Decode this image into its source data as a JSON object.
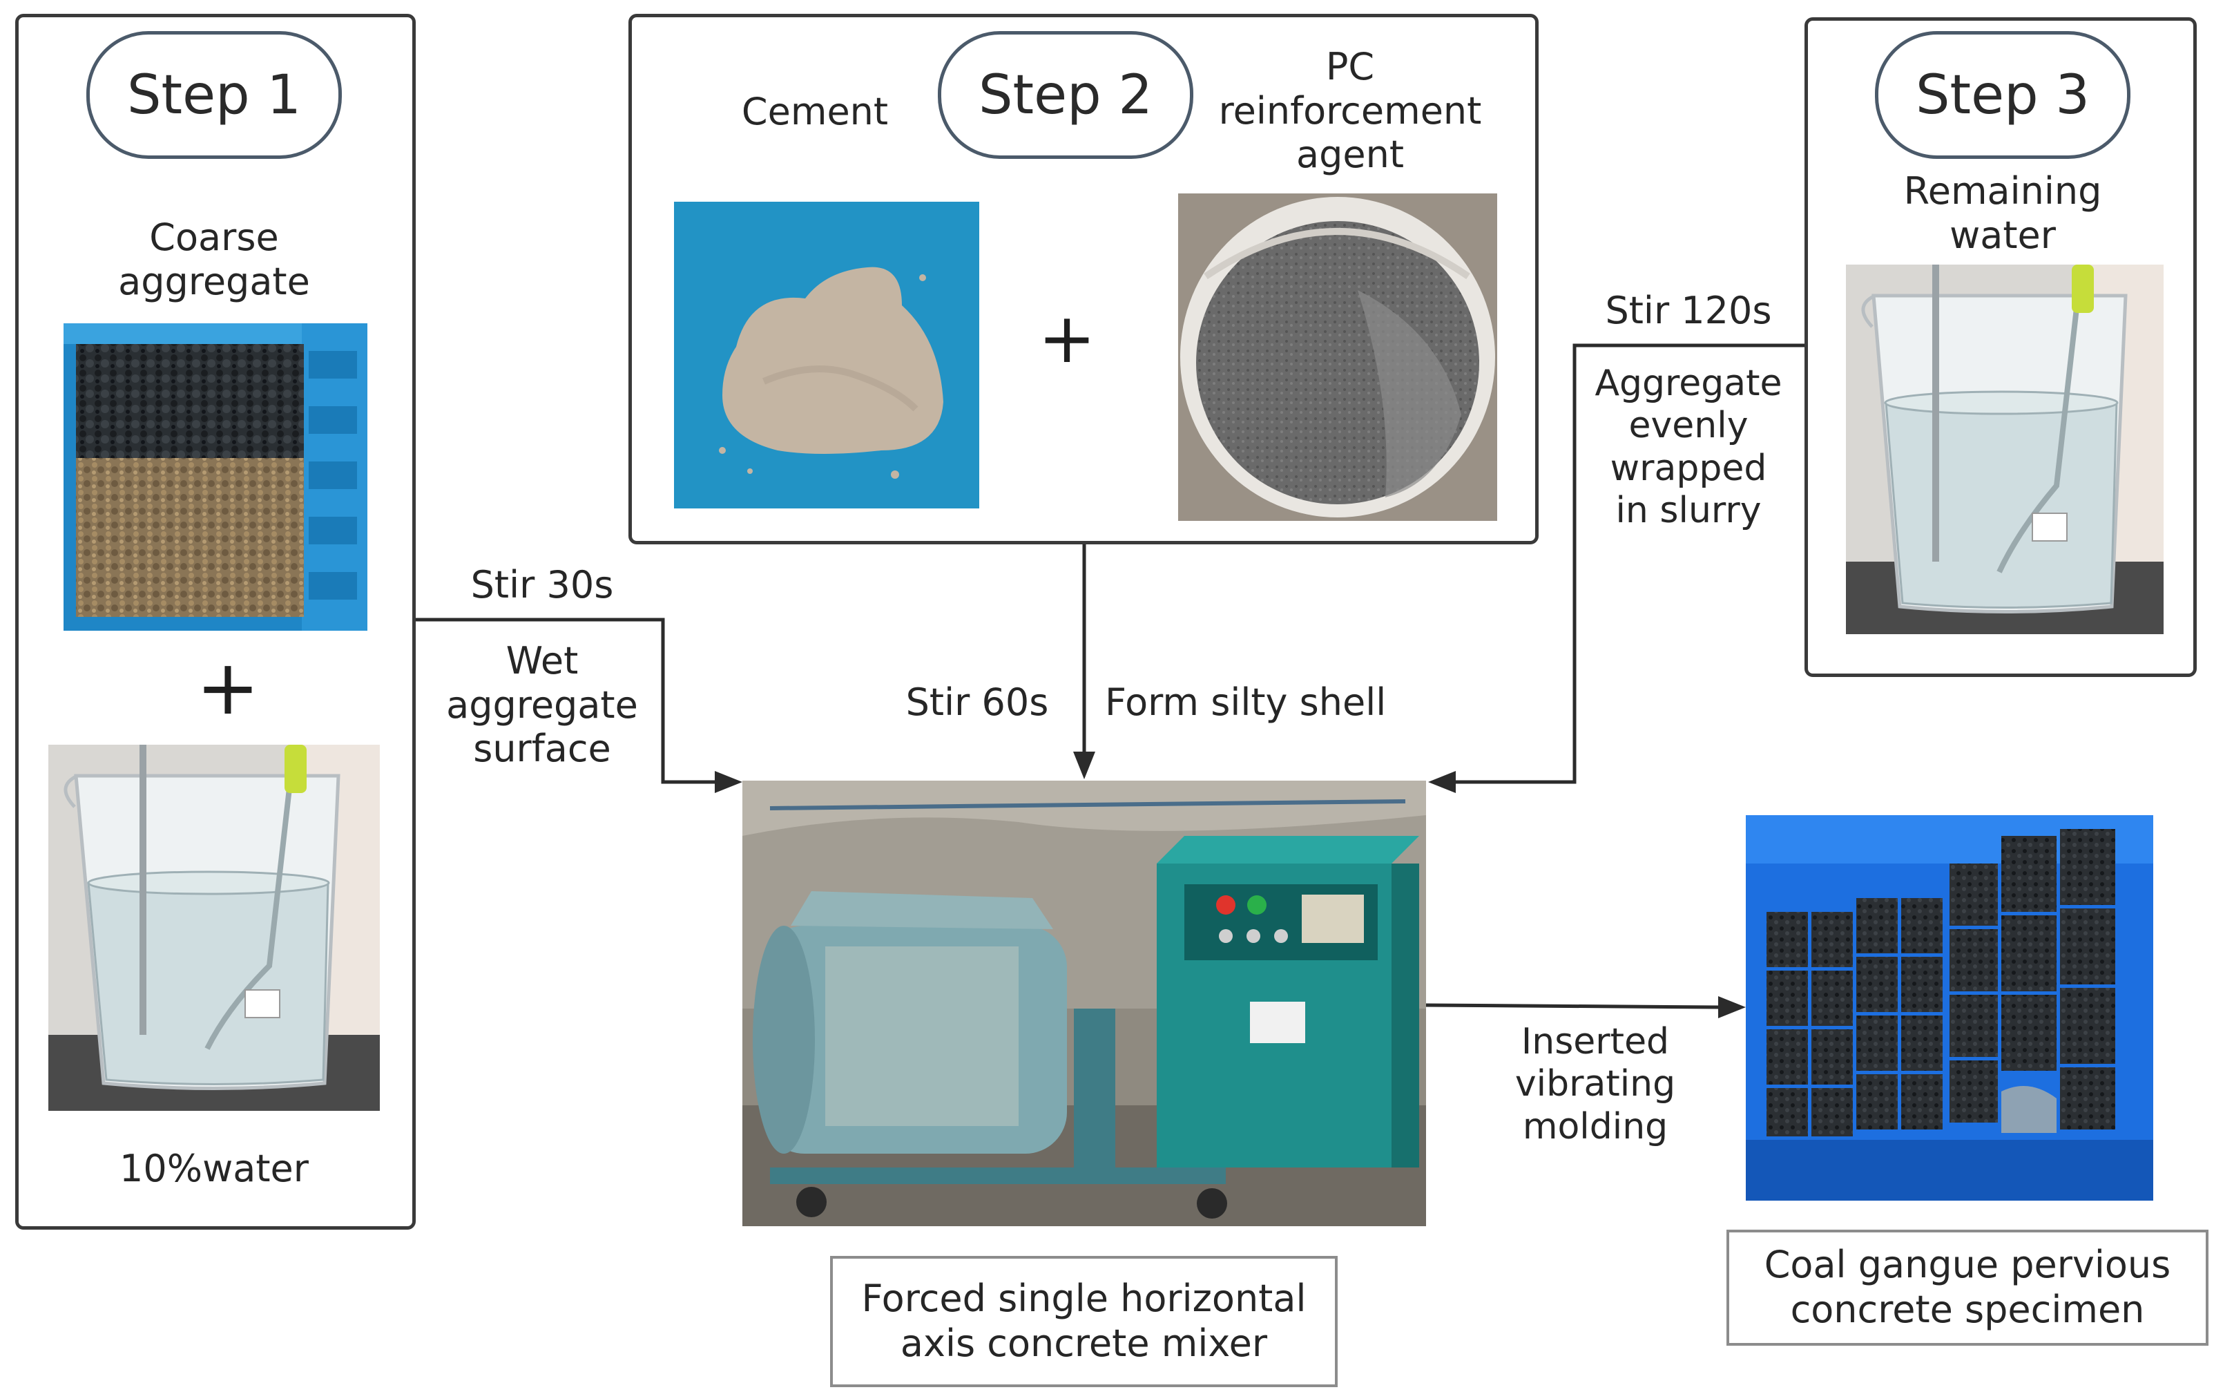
{
  "step1": {
    "label": "Step 1",
    "coarse_aggregate": "Coarse\naggregate",
    "water": "10%water"
  },
  "step2": {
    "label": "Step 2",
    "cement": "Cement",
    "agent": "PC\nreinforcement\nagent"
  },
  "step3": {
    "label": "Step 3",
    "water": "Remaining\nwater"
  },
  "plus_symbol": "+",
  "arrows": {
    "stir30_time": "Stir 30s",
    "stir30_effect": "Wet\naggregate\nsurface",
    "stir60_time": "Stir 60s",
    "stir60_effect": "Form silty shell",
    "stir120_time": "Stir 120s",
    "stir120_effect": "Aggregate\nevenly\nwrapped\nin slurry",
    "molding": "Inserted\nvibrating\nmolding"
  },
  "captions": {
    "mixer": "Forced single horizontal\naxis concrete mixer",
    "specimen": "Coal gangue pervious\nconcrete specimen"
  },
  "colors": {
    "box_blue": "#1b8fcc",
    "line": "#2b2b2b",
    "panel_border": "#3a3a3a",
    "caption_border": "#8c8c8c"
  }
}
